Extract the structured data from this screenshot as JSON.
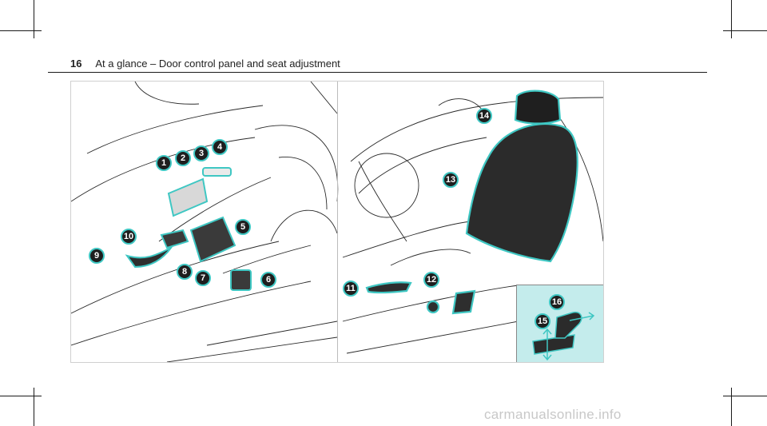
{
  "header": {
    "page_number": "16",
    "title": "At a glance – Door control panel and seat adjustment"
  },
  "callouts": [
    "1",
    "2",
    "3",
    "4",
    "5",
    "6",
    "7",
    "8",
    "9",
    "10",
    "11",
    "12",
    "13",
    "14",
    "15",
    "16"
  ],
  "colors": {
    "accent": "#3fc7c3",
    "inset_bg": "#c4ecec",
    "callout_bg": "#1e1e1e"
  },
  "footer": {
    "watermark": "carmanualsonline.info"
  }
}
